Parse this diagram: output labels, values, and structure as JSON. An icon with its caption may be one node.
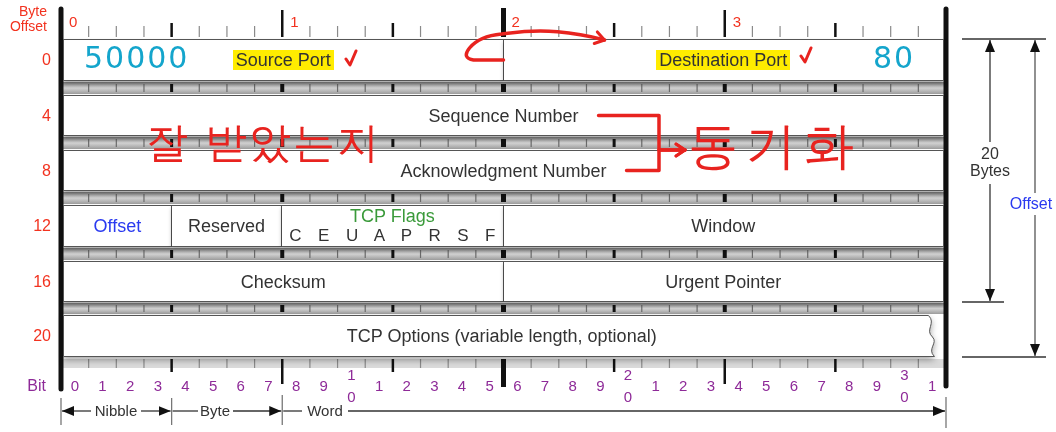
{
  "diagram": {
    "nodes": [
      {
        "text": [
          "Source Port"
        ]
      },
      {
        "text": [
          "Destination Port"
        ]
      },
      {
        "text": [
          "Sequence Number"
        ]
      },
      {
        "text": [
          "Acknowledgment Number"
        ]
      },
      {
        "text": [
          "Offset"
        ]
      },
      {
        "text": [
          "Reserved"
        ]
      },
      {
        "text": [
          "TCP Flags",
          "C E U A P R S F"
        ]
      },
      {
        "text": [
          "Window"
        ]
      },
      {
        "text": [
          "Checksum"
        ]
      },
      {
        "text": [
          "Urgent Pointer"
        ]
      },
      {
        "text": [
          "TCP Options (variable length, optional)"
        ]
      },
      {
        "text": [
          "동기화"
        ]
      }
    ],
    "edges": [
      {
        "from": 0,
        "to": 1,
        "arrow": "to",
        "color": "#e8231f"
      },
      {
        "from": 2,
        "to": 11,
        "arrow": "to",
        "color": "#e8231f"
      },
      {
        "from": 3,
        "to": 11,
        "arrow": "to",
        "color": "#e8231f"
      }
    ],
    "labels": [
      "Byte Offset",
      "0",
      "1",
      "2",
      "3",
      "0",
      "4",
      "8",
      "12",
      "16",
      "20",
      "50000",
      "80",
      "잘 받았는지",
      "20 Bytes",
      "Offset",
      "Bit",
      "0",
      "1",
      "2",
      "3",
      "4",
      "5",
      "6",
      "7",
      "8",
      "9",
      "1 0",
      "1",
      "2",
      "3",
      "4",
      "5",
      "6",
      "7",
      "8",
      "9",
      "2 0",
      "1",
      "2",
      "3",
      "4",
      "5",
      "6",
      "7",
      "8",
      "9",
      "3 0",
      "1",
      "Nibble",
      "Byte",
      "Word"
    ]
  }
}
